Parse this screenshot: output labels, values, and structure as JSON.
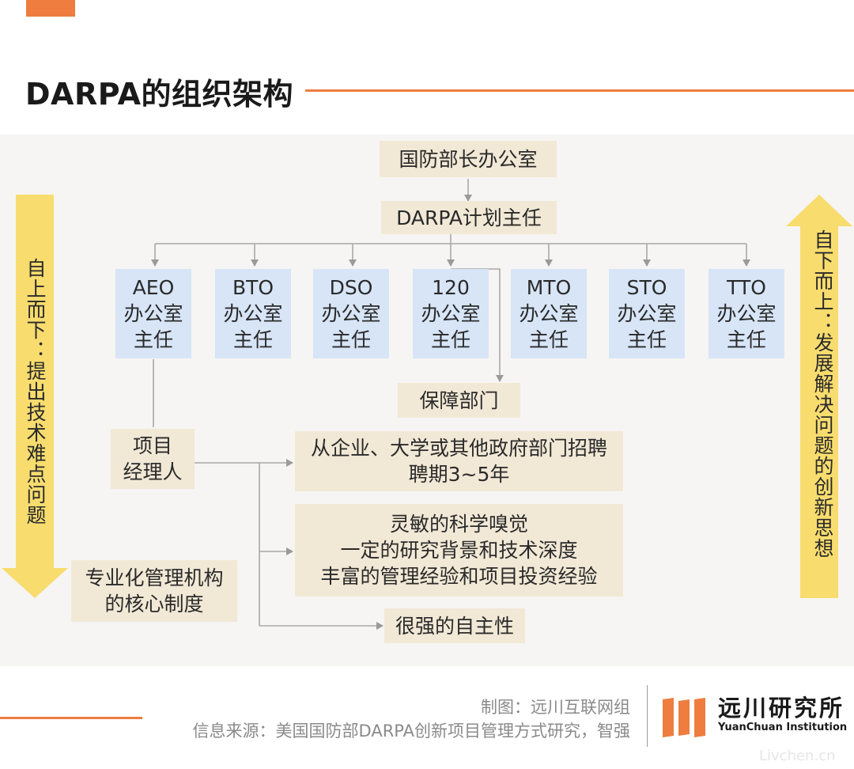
{
  "header": {
    "title": "DARPA的组织架构"
  },
  "colors": {
    "accent": "#ee7d3f",
    "arrow": "#f8dc6e",
    "tan_box": "#f1e8d6",
    "blue_box": "#d7e5f7"
  },
  "diagram": {
    "secretary": "国防部长办公室",
    "director": "DARPA计划主任",
    "offices": [
      {
        "line1": "AEO",
        "line2": "办公室",
        "line3": "主任"
      },
      {
        "line1": "BTO",
        "line2": "办公室",
        "line3": "主任"
      },
      {
        "line1": "DSO",
        "line2": "办公室",
        "line3": "主任"
      },
      {
        "line1": "120",
        "line2": "办公室",
        "line3": "主任"
      },
      {
        "line1": "MTO",
        "line2": "办公室",
        "line3": "主任"
      },
      {
        "line1": "STO",
        "line2": "办公室",
        "line3": "主任"
      },
      {
        "line1": "TTO",
        "line2": "办公室",
        "line3": "主任"
      }
    ],
    "support": "保障部门",
    "pm": {
      "line1": "项目",
      "line2": "经理人"
    },
    "recruit": {
      "line1": "从企业、大学或其他政府部门招聘",
      "line2": "聘期3~5年"
    },
    "traits": {
      "line1": "灵敏的科学嗅觉",
      "line2": "一定的研究背景和技术深度",
      "line3": "丰富的管理经验和项目投资经验"
    },
    "autonomy": "很强的自主性",
    "core": {
      "line1": "专业化管理机构",
      "line2": "的核心制度"
    },
    "left_arrow_text": "自上而下：提出技术难点问题",
    "right_arrow_text": "自下而上：发展解决问题的创新思想"
  },
  "footer": {
    "credit": "制图：远川互联网组",
    "source": "信息来源：美国国防部DARPA创新项目管理方式研究，智强",
    "brand_cn": "远川研究所",
    "brand_en": "YuanChuan Institution",
    "watermark": "Livchen.cn"
  }
}
